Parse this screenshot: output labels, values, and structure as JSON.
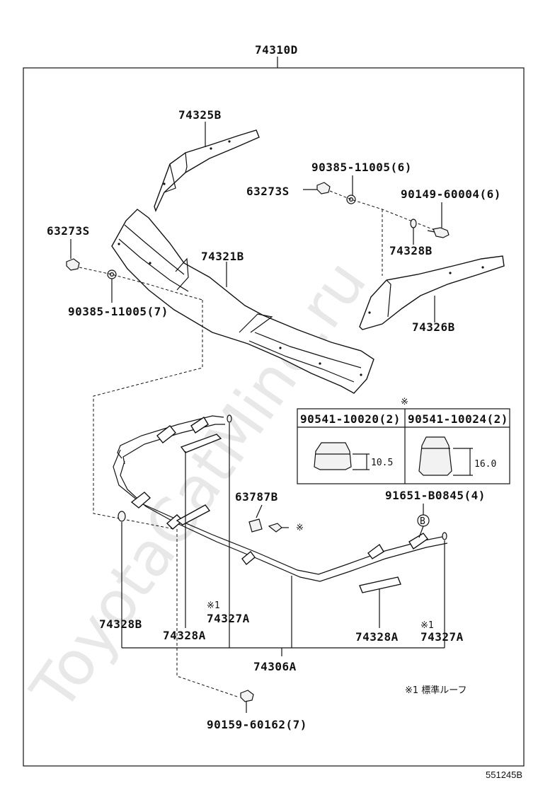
{
  "diagram": {
    "assembly_label": "74310D",
    "note_mark": "※",
    "note_mark_1": "※1",
    "legend_text": "※1 標準ルーフ",
    "watermark": "ToyotaCatMine.ru",
    "figure_code": "551245B",
    "parts": {
      "p74325B": "74325B",
      "p90385_top": "90385-11005(6)",
      "p63273S_top": "63273S",
      "p90149": "90149-60004(6)",
      "p63273S_left": "63273S",
      "p74328B_top": "74328B",
      "p74321B": "74321B",
      "p90385_left": "90385-11005(7)",
      "p74326B": "74326B",
      "p63787B": "63787B",
      "p91651": "91651-B0845(4)",
      "p74328B_bottom": "74328B",
      "p74327A_left": "74327A",
      "p74328A_left": "74328A",
      "p74328A_right": "74328A",
      "p74327A_right": "74327A",
      "p74306A": "74306A",
      "p90159": "90159-60162(7)"
    },
    "callout_b": "B",
    "inset": {
      "col1_header": "90541-10020(2)",
      "col2_header": "90541-10024(2)",
      "col1_dim": "10.5",
      "col2_dim": "16.0"
    }
  }
}
